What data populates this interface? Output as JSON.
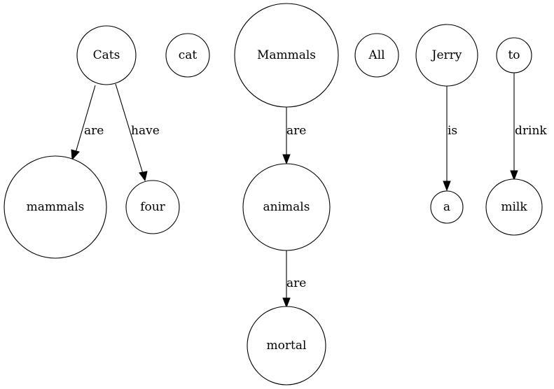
{
  "graph": {
    "nodes": {
      "cats": "Cats",
      "cat": "cat",
      "mammals_cap": "Mammals",
      "all": "All",
      "jerry": "Jerry",
      "to": "to",
      "mammals": "mammals",
      "four": "four",
      "animals": "animals",
      "a": "a",
      "milk": "milk",
      "mortal": "mortal"
    },
    "edges": {
      "cats_mammals": "are",
      "cats_four": "have",
      "mammals_animals": "are",
      "jerry_a": "is",
      "to_milk": "drink",
      "animals_mortal": "are"
    }
  }
}
